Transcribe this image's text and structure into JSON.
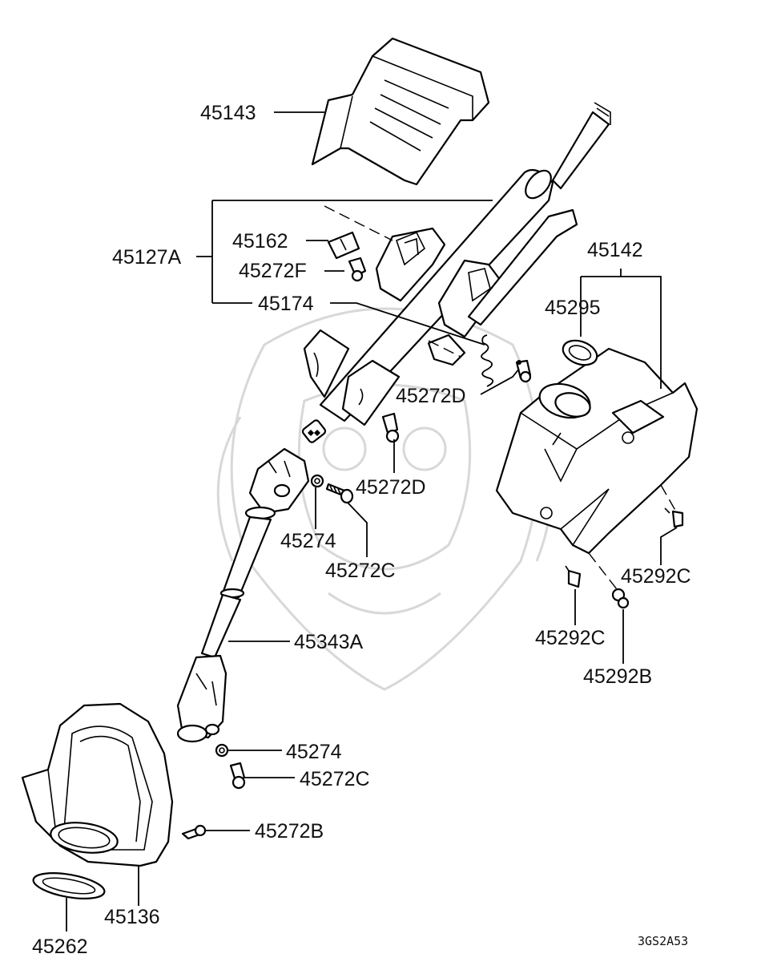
{
  "diagram_code": "3GS2A53",
  "labels": {
    "p45143": "45143",
    "p45127A": "45127A",
    "p45162": "45162",
    "p45272F": "45272F",
    "p45174": "45174",
    "p45142": "45142",
    "p45295": "45295",
    "p45272D_a": "45272D",
    "p45272D_b": "45272D",
    "p45274_a": "45274",
    "p45272C_a": "45272C",
    "p45292C_a": "45292C",
    "p45292C_b": "45292C",
    "p45292B": "45292B",
    "p45343A": "45343A",
    "p45274_b": "45274",
    "p45272C_b": "45272C",
    "p45272B": "45272B",
    "p45136": "45136",
    "p45262": "45262"
  }
}
